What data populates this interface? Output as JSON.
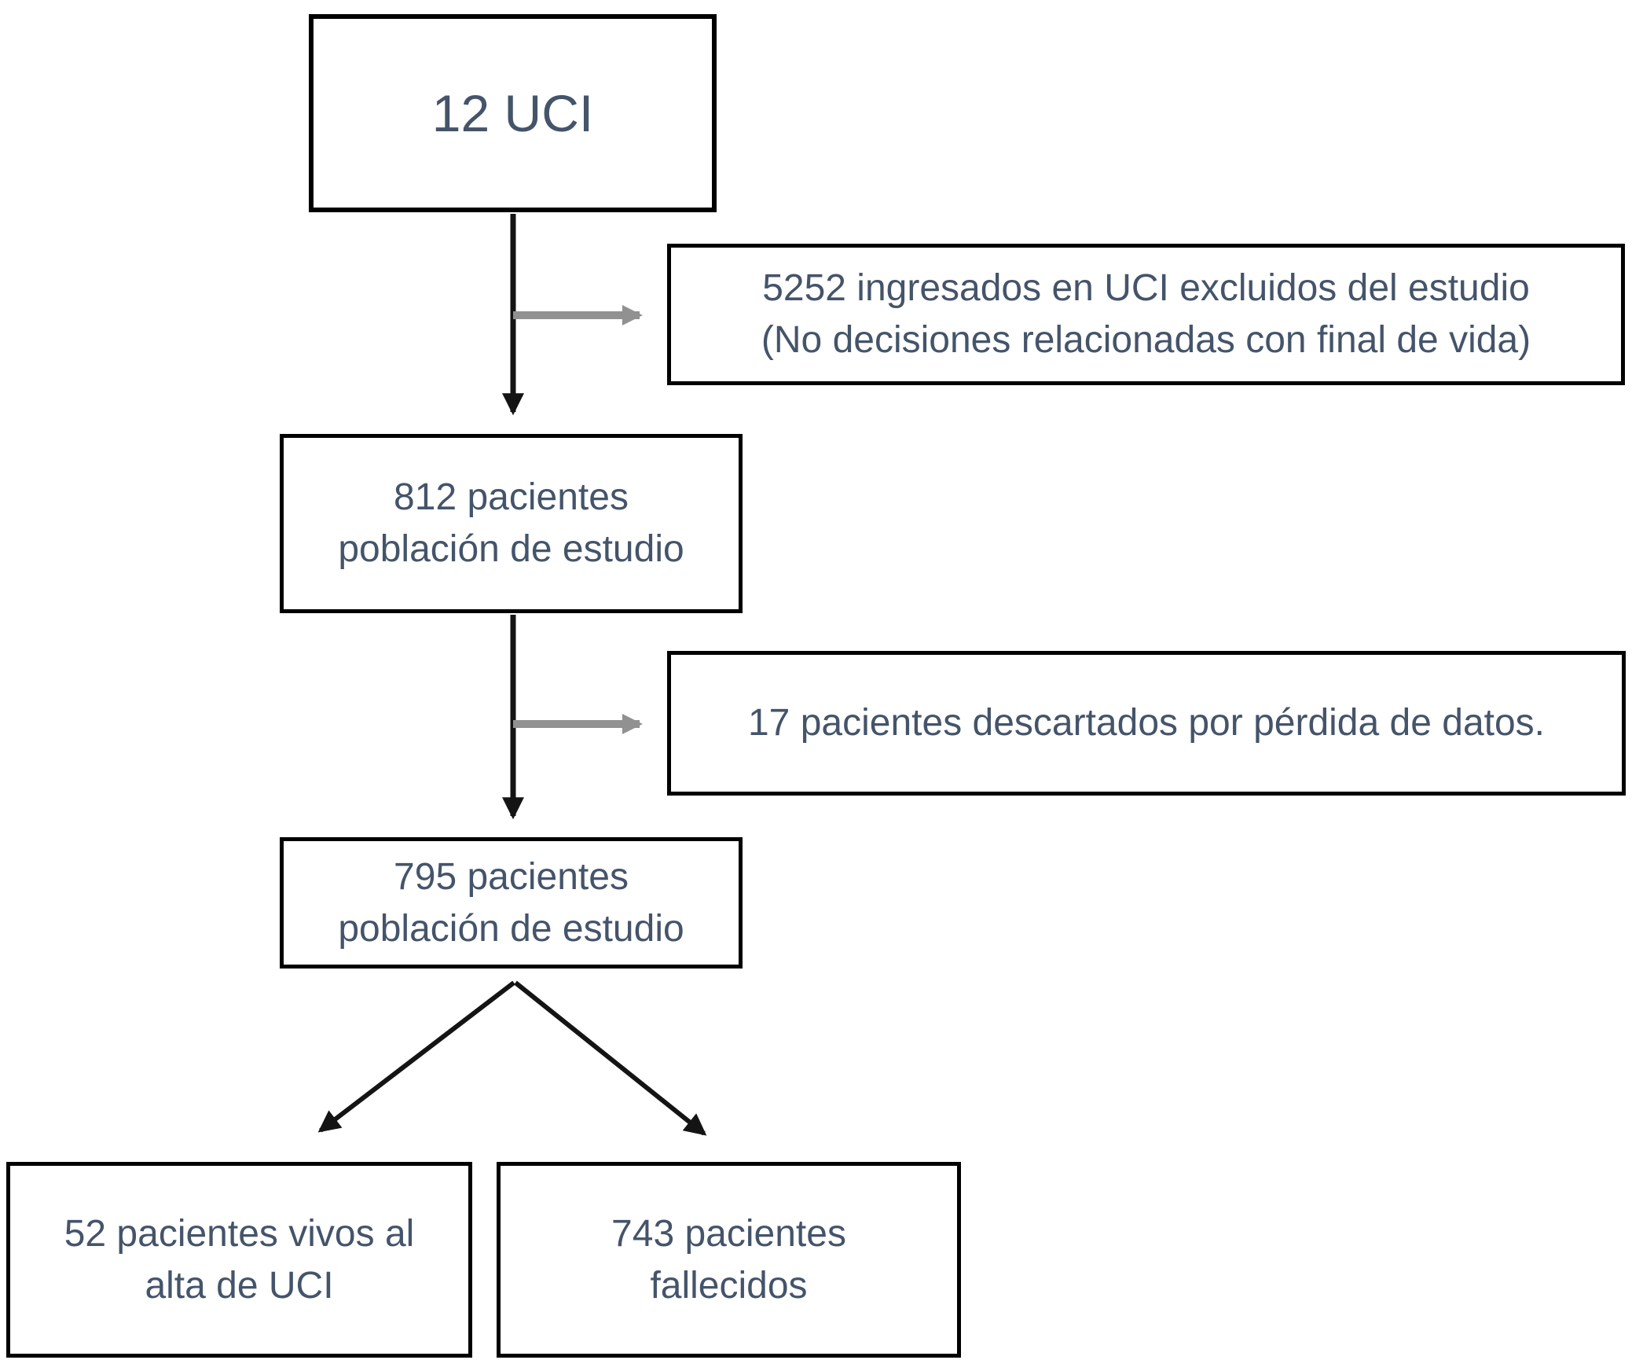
{
  "diagram": {
    "type": "flowchart",
    "language": "es",
    "colors": {
      "text": "#44546a",
      "box_border": "#000000",
      "connector_black": "#141414",
      "connector_gray": "#919191",
      "background": "#ffffff"
    },
    "nodes": {
      "uci": {
        "label": "12 UCI"
      },
      "excluded": {
        "line1": "5252 ingresados en UCI excluidos del estudio",
        "line2": "(No decisiones relacionadas con final de vida)"
      },
      "pop812": {
        "line1": "812 pacientes",
        "line2": "población de estudio"
      },
      "discarded": {
        "label": "17 pacientes descartados por pérdida de datos."
      },
      "pop795": {
        "line1": "795 pacientes",
        "line2": "población de estudio"
      },
      "alive": {
        "line1": "52 pacientes vivos al",
        "line2": "alta de UCI"
      },
      "deceased": {
        "line1": "743 pacientes",
        "line2": "fallecidos"
      }
    }
  }
}
